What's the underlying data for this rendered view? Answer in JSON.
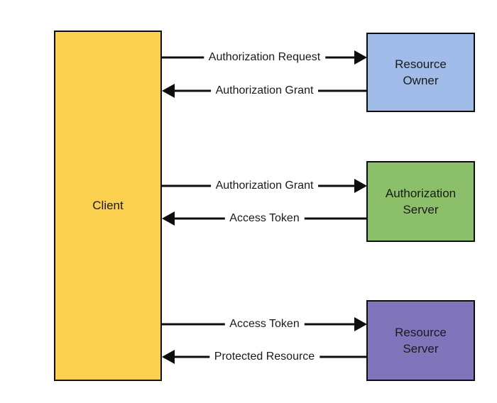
{
  "canvas": {
    "background": "#ffffff",
    "line_color": "#0d0d0d",
    "text_color": "#1a1a1a"
  },
  "client": {
    "label": "Client",
    "fill": "#FBD04F",
    "border": "#0d0d0d"
  },
  "entities": [
    {
      "name": "resource-owner",
      "label": "Resource\nOwner",
      "fill": "#A2BCEA",
      "border": "#0d0d0d"
    },
    {
      "name": "authorization-server",
      "label": "Authorization\nServer",
      "fill": "#8BBF69",
      "border": "#0d0d0d"
    },
    {
      "name": "resource-server",
      "label": "Resource\nServer",
      "fill": "#8075BB",
      "border": "#0d0d0d"
    }
  ],
  "arrows": [
    {
      "label": "Authorization Request",
      "from": "Client",
      "to": "Resource Owner",
      "direction": "right"
    },
    {
      "label": "Authorization Grant",
      "from": "Resource Owner",
      "to": "Client",
      "direction": "left"
    },
    {
      "label": "Authorization Grant",
      "from": "Client",
      "to": "Authorization Server",
      "direction": "right"
    },
    {
      "label": "Access Token",
      "from": "Authorization Server",
      "to": "Client",
      "direction": "left"
    },
    {
      "label": "Access Token",
      "from": "Client",
      "to": "Resource Server",
      "direction": "right"
    },
    {
      "label": "Protected Resource",
      "from": "Resource Server",
      "to": "Client",
      "direction": "left"
    }
  ]
}
